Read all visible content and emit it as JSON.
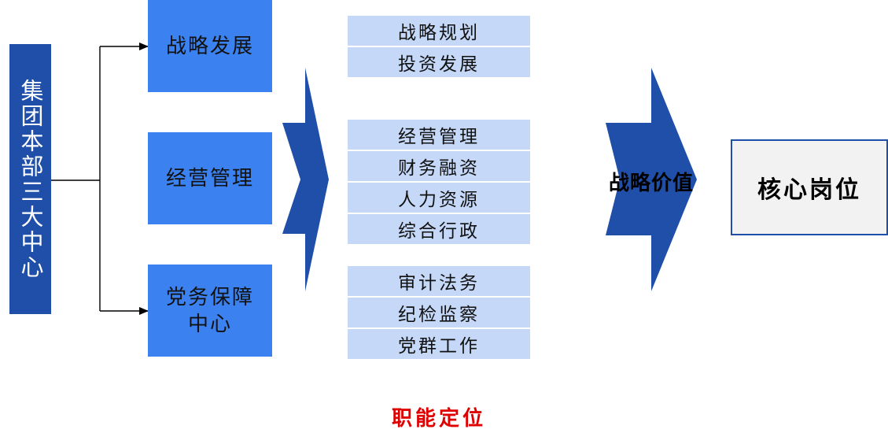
{
  "source": {
    "label": "集团本部三大中心"
  },
  "centers": [
    {
      "label": "战略发展"
    },
    {
      "label": "经营管理"
    },
    {
      "label": "党务保障中心"
    }
  ],
  "functions": [
    {
      "label": "战略规划"
    },
    {
      "label": "投资发展"
    },
    {
      "label": "经营管理"
    },
    {
      "label": "财务融资"
    },
    {
      "label": "人力资源"
    },
    {
      "label": "综合行政"
    },
    {
      "label": "审计法务"
    },
    {
      "label": "纪检监察"
    },
    {
      "label": "党群工作"
    }
  ],
  "value_arrow": {
    "label": "战略价值"
  },
  "result": {
    "label": "核心岗位"
  },
  "caption": {
    "label": "职能定位"
  },
  "colors": {
    "dark_blue": "#1f4fa8",
    "medium_blue": "#3b82f0",
    "light_blue": "#c5d8f7",
    "caption_red": "#e00000",
    "result_fill": "#f2f2f2"
  }
}
